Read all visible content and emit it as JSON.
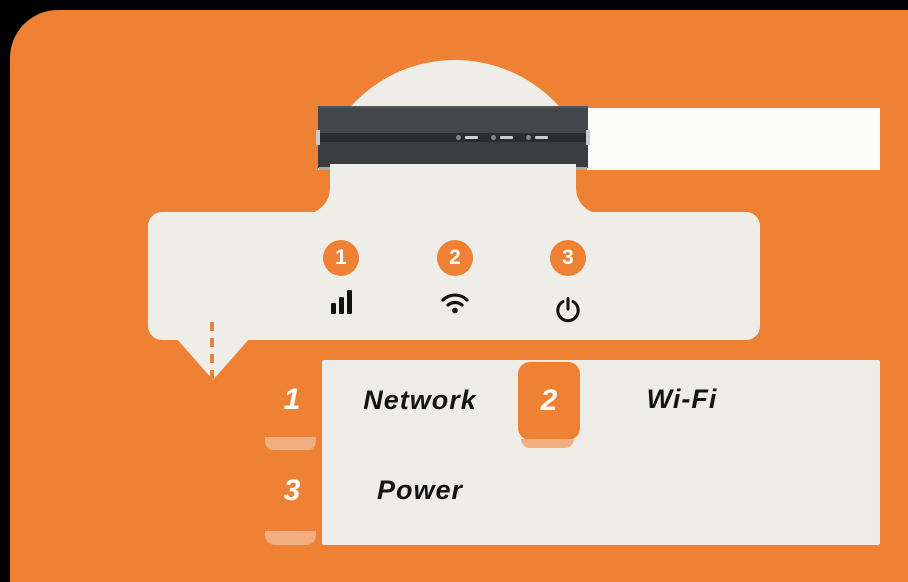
{
  "colors": {
    "accent_orange": "#EE8134",
    "panel_cream": "#EEEDE8",
    "stacked_tan": "#F1AE7E",
    "device_body": "#3E4144",
    "photo_white": "#FBFBFA",
    "icon_black": "#121212",
    "badge_text": "#FFFFFF"
  },
  "callout": {
    "indicators": [
      {
        "number": "1",
        "icon": "signal-bars-icon"
      },
      {
        "number": "2",
        "icon": "wifi-icon"
      },
      {
        "number": "3",
        "icon": "power-icon"
      }
    ]
  },
  "legend": {
    "items": [
      {
        "number": "1",
        "label": "Network"
      },
      {
        "number": "2",
        "label": "Wi-Fi"
      },
      {
        "number": "3",
        "label": "Power"
      }
    ]
  }
}
